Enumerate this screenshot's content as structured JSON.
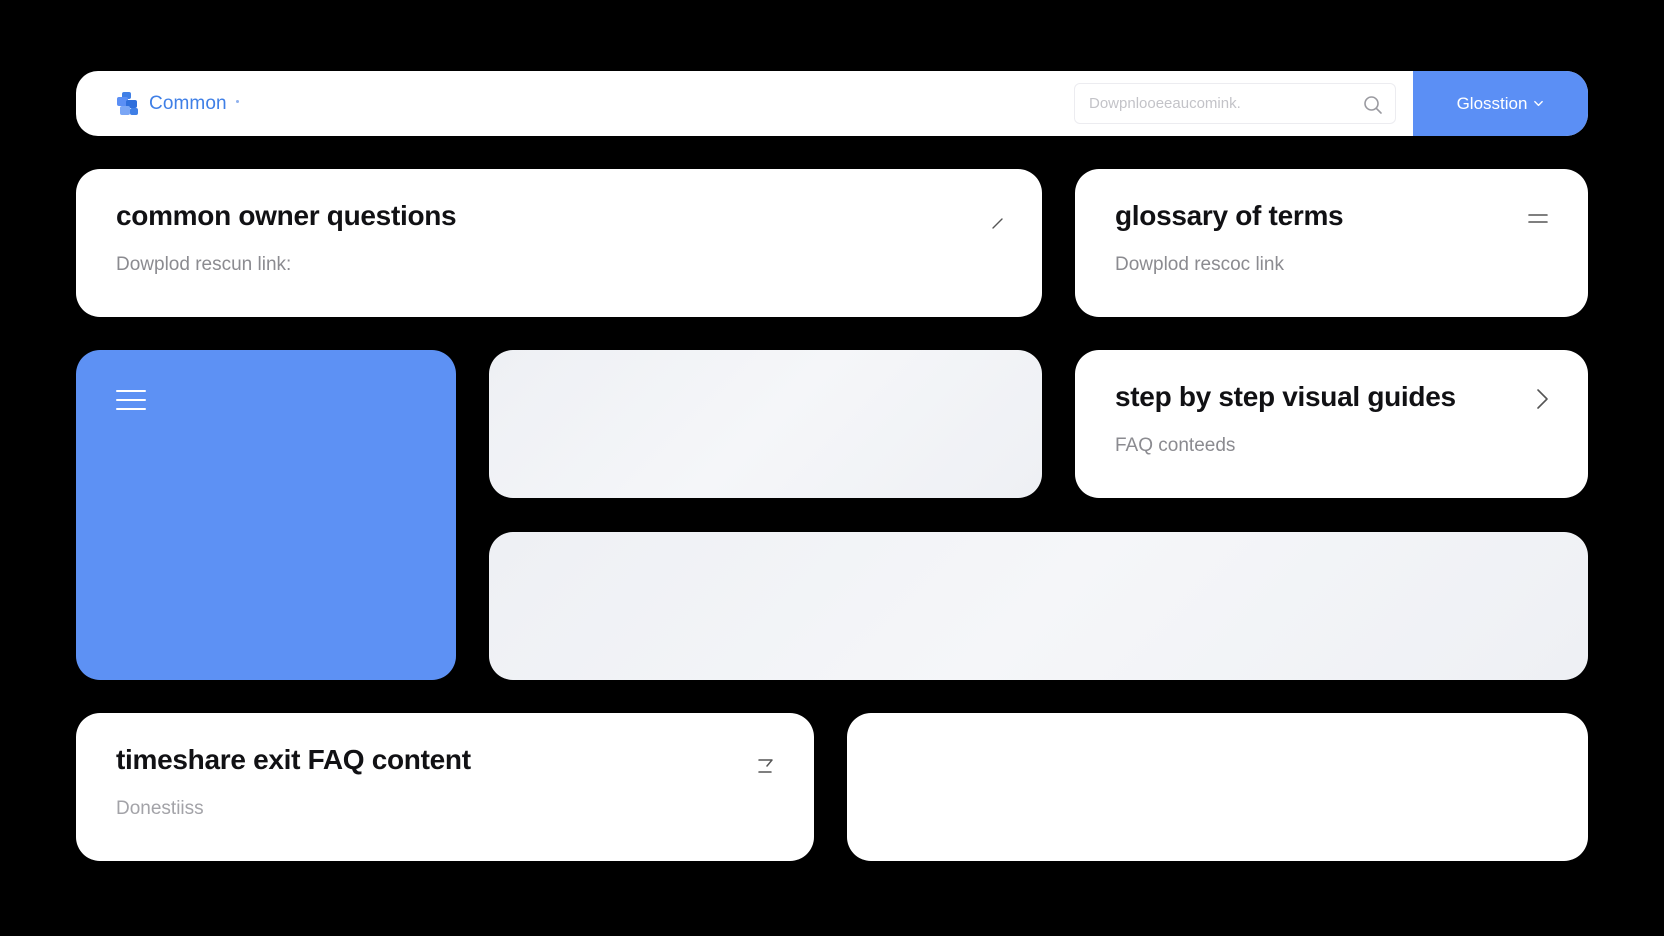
{
  "header": {
    "logo_text": "Common",
    "search_placeholder": "Dowpnlooeeaucomink.",
    "action_label": "Glosstion"
  },
  "cards": {
    "common_questions": {
      "title": "common owner questions",
      "subtitle": "Dowplod rescun link:"
    },
    "glossary": {
      "title": "glossary of terms",
      "subtitle": "Dowplod rescoc link"
    },
    "visual_guides": {
      "title": "step by step visual guides",
      "subtitle": "FAQ conteeds"
    },
    "exit_faq": {
      "title": "timeshare exit FAQ content",
      "subtitle": "Donestiiss"
    }
  },
  "icons": {
    "logo": "logo-mark-icon",
    "search": "search-icon",
    "dropdown": "chevron-down-icon",
    "edit": "pencil-icon",
    "glossary": "equals-icon",
    "guides": "chevron-right-icon",
    "exit": "return-arrow-icon",
    "menu": "hamburger-menu-icon"
  },
  "colors": {
    "background": "#000000",
    "accent": "#5b8ff5",
    "card": "#ffffff",
    "placeholder": "#eff1f5",
    "title": "#111114",
    "subtitle": "#8b8b90"
  }
}
